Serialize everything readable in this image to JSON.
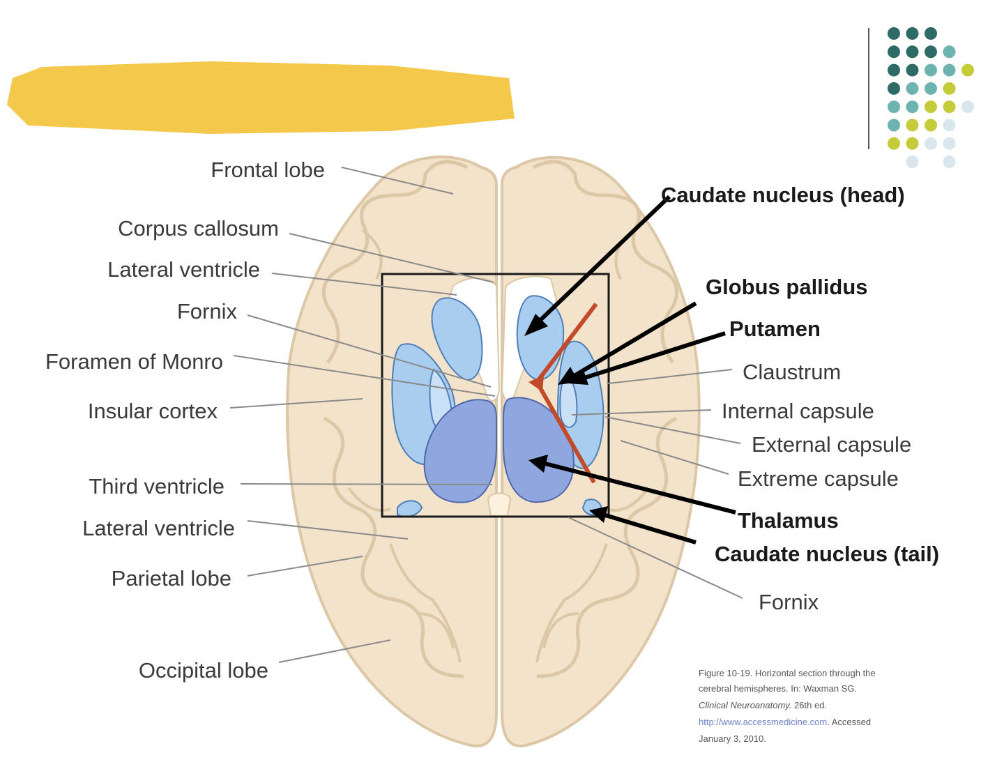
{
  "labels_left": [
    "Frontal lobe",
    "Corpus callosum",
    "Lateral ventricle",
    "Fornix",
    "Foramen of Monro",
    "Insular cortex",
    "Third ventricle",
    "Lateral ventricle",
    "Parietal lobe",
    "Occipital lobe"
  ],
  "labels_right": [
    "Claustrum",
    "Internal capsule",
    "External capsule",
    "Extreme capsule",
    "Fornix"
  ],
  "labels_bold": [
    "Caudate nucleus (head)",
    "Globus pallidus",
    "Putamen",
    "Thalamus",
    "Caudate nucleus (tail)"
  ],
  "caption": {
    "line1": "Figure 10-19. Horizontal section through the",
    "line2": "cerebral hemispheres. In: Waxman SG.",
    "line3_italic": "Clinical Neuroanatomy.",
    "line3_rest": " 26th ed.",
    "line4_link": "http://www.accessmedicine.com",
    "line4_rest": ". Accessed",
    "line5": "January 3, 2010."
  },
  "colors": {
    "brain_tissue": "#f3e3cb",
    "brain_outline": "#dcc7a6",
    "ventricle": "#ffffff",
    "basal_ganglia": "#a9cdef",
    "thalamus": "#8fa6de",
    "highlight_bar": "#f4c84a",
    "red_marker": "#c24a2a"
  }
}
